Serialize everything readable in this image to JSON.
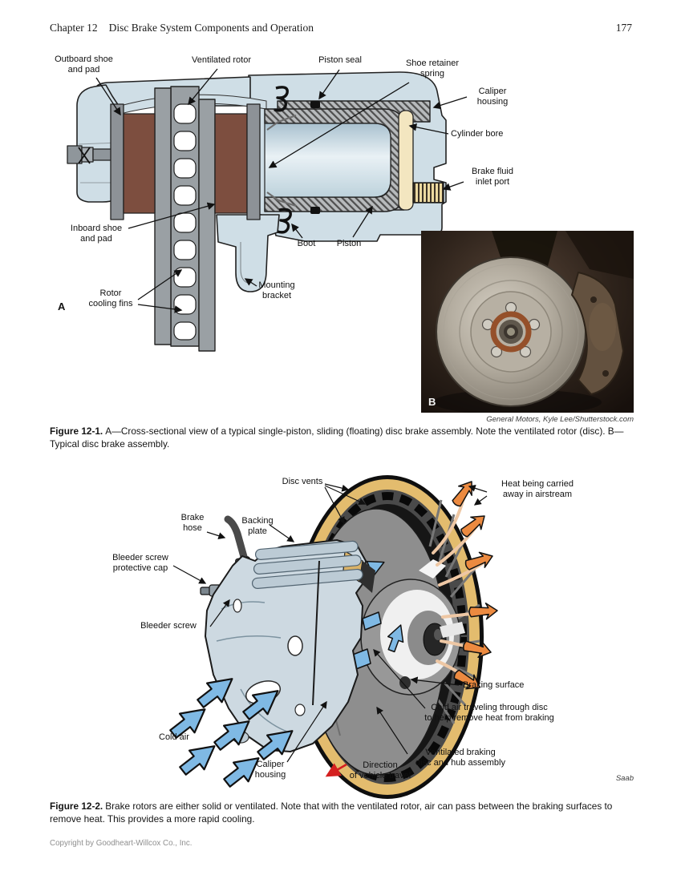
{
  "header": {
    "chapter": "Chapter 12",
    "title": "Disc Brake System Components and Operation",
    "page_number": "177"
  },
  "figure_12_1": {
    "panel_a": "A",
    "panel_b": "B",
    "labels": {
      "outboard_shoe": "Outboard shoe\nand pad",
      "ventilated_rotor": "Ventilated rotor",
      "piston_seal": "Piston seal",
      "shoe_retainer_spring": "Shoe retainer\nspring",
      "caliper_housing": "Caliper\nhousing",
      "cylinder_bore": "Cylinder bore",
      "brake_fluid_inlet_port": "Brake fluid\ninlet port",
      "inboard_shoe": "Inboard shoe\nand pad",
      "boot": "Boot",
      "piston": "Piston",
      "mounting_bracket": "Mounting\nbracket",
      "rotor_cooling_fins": "Rotor\ncooling fins"
    },
    "photo_credit": "General Motors, Kyle Lee/Shutterstock.com",
    "caption_label": "Figure 12-1.",
    "caption_text": "A—Cross-sectional view of a typical single-piston, sliding (floating) disc brake assembly. Note the ventilated rotor (disc). B—Typical disc brake assembly."
  },
  "figure_12_2": {
    "labels": {
      "disc_vents": "Disc vents",
      "heat_airstream": "Heat being carried\naway in airstream",
      "backing_plate": "Backing\nplate",
      "brake_hose": "Brake\nhose",
      "bleeder_cap": "Bleeder screw\nprotective cap",
      "bleeder_screw": "Bleeder screw",
      "braking_surface": "Braking surface",
      "cold_air_through_disc": "Cold air traveling through disc\nto help remove heat from braking",
      "cold_air": "Cold air",
      "caliper_housing": "Caliper\nhousing",
      "direction_of_travel": "Direction\nof vehicle travel",
      "ventilated_disc": "Ventilated braking\ndisc and hub assembly"
    },
    "credit": "Saab",
    "caption_label": "Figure 12-2.",
    "caption_text": "Brake rotors are either solid or ventilated. Note that with the ventilated rotor, air can pass between the braking surfaces to remove heat. This provides a more rapid cooling."
  },
  "footer": {
    "copyright": "Copyright by Goodheart-Willcox Co., Inc."
  },
  "colors": {
    "caliper_blue": "#cfdee6",
    "pad_brown": "#7d4e3f",
    "rotor_gray": "#9aa0a4",
    "rim_tan": "#e3bc6e",
    "cold_air_blue": "#7fb9e4",
    "heat_orange": "#ec8a40",
    "direction_red": "#d42020"
  }
}
